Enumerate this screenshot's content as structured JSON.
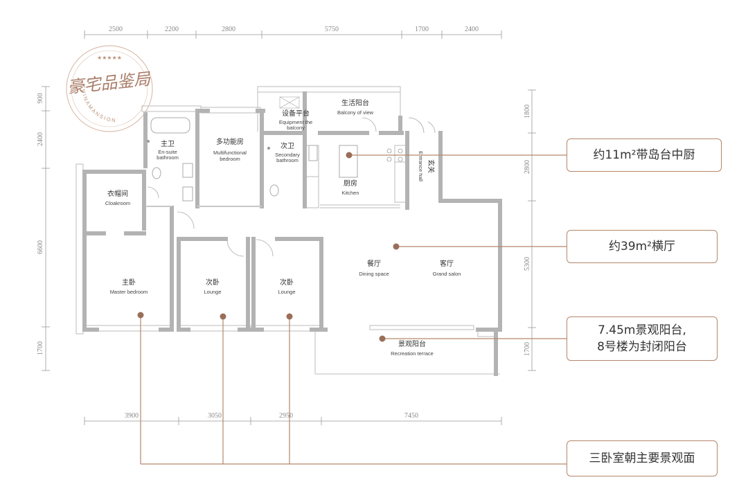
{
  "dimensions": {
    "top": [
      "2500",
      "2200",
      "2800",
      "5750",
      "1700",
      "2400"
    ],
    "bottom": [
      "3900",
      "3050",
      "2950",
      "7450"
    ],
    "left": [
      "900",
      "2400",
      "6600",
      "1700"
    ],
    "right": [
      "1800",
      "2800",
      "5300",
      "1700"
    ]
  },
  "rooms": {
    "master_bath": {
      "cn": "主卫",
      "en1": "En-suite",
      "en2": "bathroom"
    },
    "multi": {
      "cn": "多功能房",
      "en1": "Multifunctional",
      "en2": "bedroom"
    },
    "secondary_bath": {
      "cn": "次卫",
      "en1": "Secondary",
      "en2": "bathroom"
    },
    "equipment": {
      "cn": "设备平台",
      "en1": "Equipment the",
      "en2": "balcony"
    },
    "balcony_view": {
      "cn": "生活阳台",
      "en": "Balcony of view"
    },
    "kitchen": {
      "cn": "厨房",
      "en": "Kitchen"
    },
    "entrance": {
      "cn": "玄关",
      "en": "Entrance hall"
    },
    "cloakroom": {
      "cn": "衣帽间",
      "en": "Cloakroom"
    },
    "master_bed": {
      "cn": "主卧",
      "en": "Master bedroom"
    },
    "lounge1": {
      "cn": "次卧",
      "en": "Lounge"
    },
    "lounge2": {
      "cn": "次卧",
      "en": "Lounge"
    },
    "dining": {
      "cn": "餐厅",
      "en": "Dining space"
    },
    "salon": {
      "cn": "客厅",
      "en": "Grand salon"
    },
    "terrace": {
      "cn": "景观阳台",
      "en": "Recreation terrace"
    }
  },
  "callouts": {
    "kitchen": {
      "line1": "约11m²带岛台中厨"
    },
    "living": {
      "line1": "约39m²横厅"
    },
    "terrace": {
      "line1": "7.45m景观阳台,",
      "line2": "8号楼为封闭阳台"
    },
    "bedrooms": {
      "line1": "三卧室朝主要景观面"
    }
  },
  "stamp": {
    "main": "豪宅品鉴局",
    "ring": "CHINAMANSION",
    "stars": "★★★★★"
  },
  "colors": {
    "wall": "#b3b3b3",
    "accent": "#b4866a",
    "dim": "#888888"
  }
}
